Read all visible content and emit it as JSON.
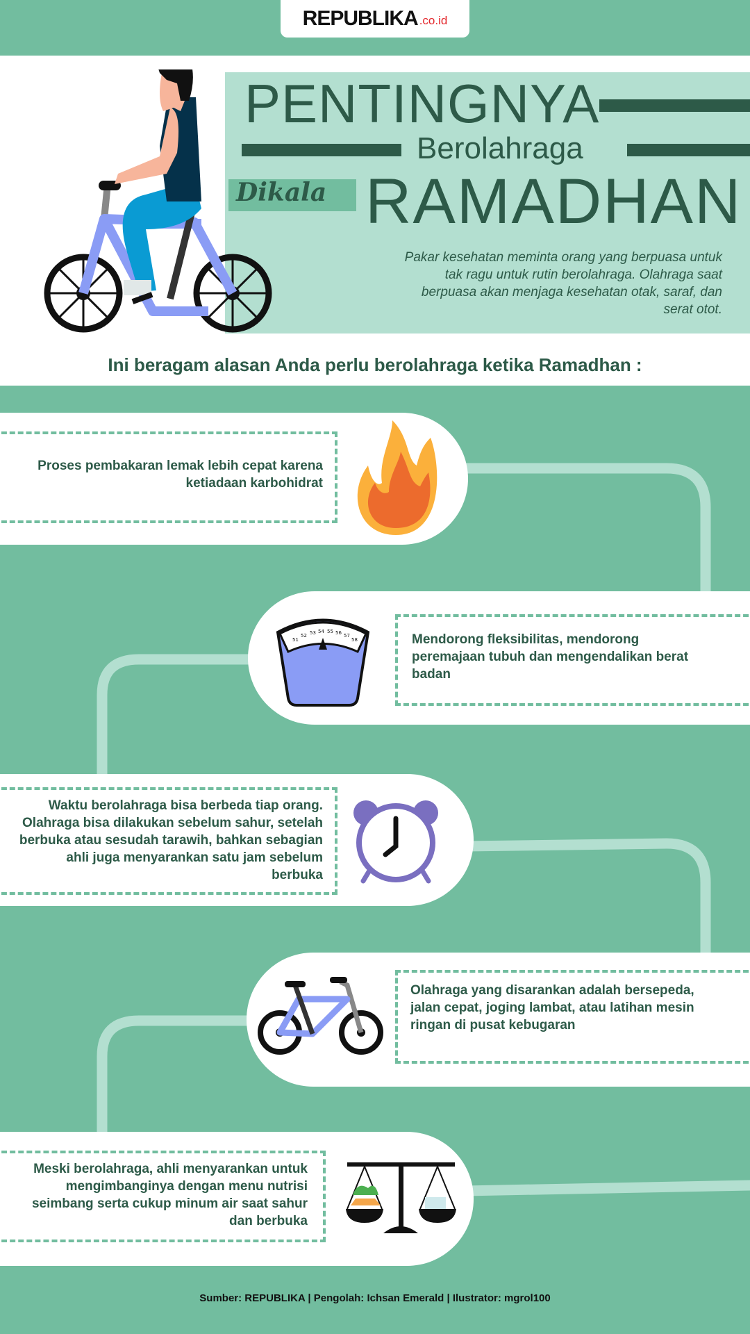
{
  "logo": {
    "main": "REPUBLIKA",
    "suffix": ".co.id"
  },
  "header": {
    "title_line1": "PENTINGNYA",
    "title_line2": "Berolahraga",
    "title_line3_script": "Dikala",
    "title_line3": "RAMADHAN",
    "intro": "Pakar kesehatan meminta orang yang berpuasa untuk tak ragu untuk rutin berolahraga. Olahraga saat berpuasa akan menjaga kesehatan otak, saraf, dan serat otot."
  },
  "lead": "Ini beragam alasan Anda perlu berolahraga ketika Ramadhan :",
  "items": [
    {
      "text": "Proses pembakaran lemak lebih cepat karena ketiadaan karbohidrat",
      "icon": "fire-icon"
    },
    {
      "text": "Mendorong fleksibilitas, mendorong peremajaan tubuh dan mengendalikan berat badan",
      "icon": "weight-scale-icon"
    },
    {
      "text": "Waktu berolahraga bisa berbeda tiap orang. Olahraga bisa dilakukan sebelum sahur, setelah berbuka atau sesudah tarawih, bahkan sebagian ahli juga menyarankan satu jam sebelum berbuka",
      "icon": "alarm-clock-icon"
    },
    {
      "text": "Olahraga yang disarankan adalah bersepeda, jalan cepat, joging lambat, atau latihan mesin ringan di pusat kebugaran",
      "icon": "bicycle-icon"
    },
    {
      "text": "Meski berolahraga, ahli menyarankan untuk mengimbanginya dengan menu nutrisi seimbang serta cukup minum air saat sahur dan berbuka",
      "icon": "balance-scale-icon"
    }
  ],
  "scale_numbers": [
    "51",
    "52",
    "53",
    "54",
    "55",
    "56",
    "57",
    "58"
  ],
  "footer": "Sumber: REPUBLIKA | Pengolah: Ichsan Emerald | Ilustrator: mgrol100",
  "colors": {
    "green": "#72bd9f",
    "light_green": "#b3dfd0",
    "dark_green": "#2d5a48",
    "accent_red": "#e3262b"
  }
}
